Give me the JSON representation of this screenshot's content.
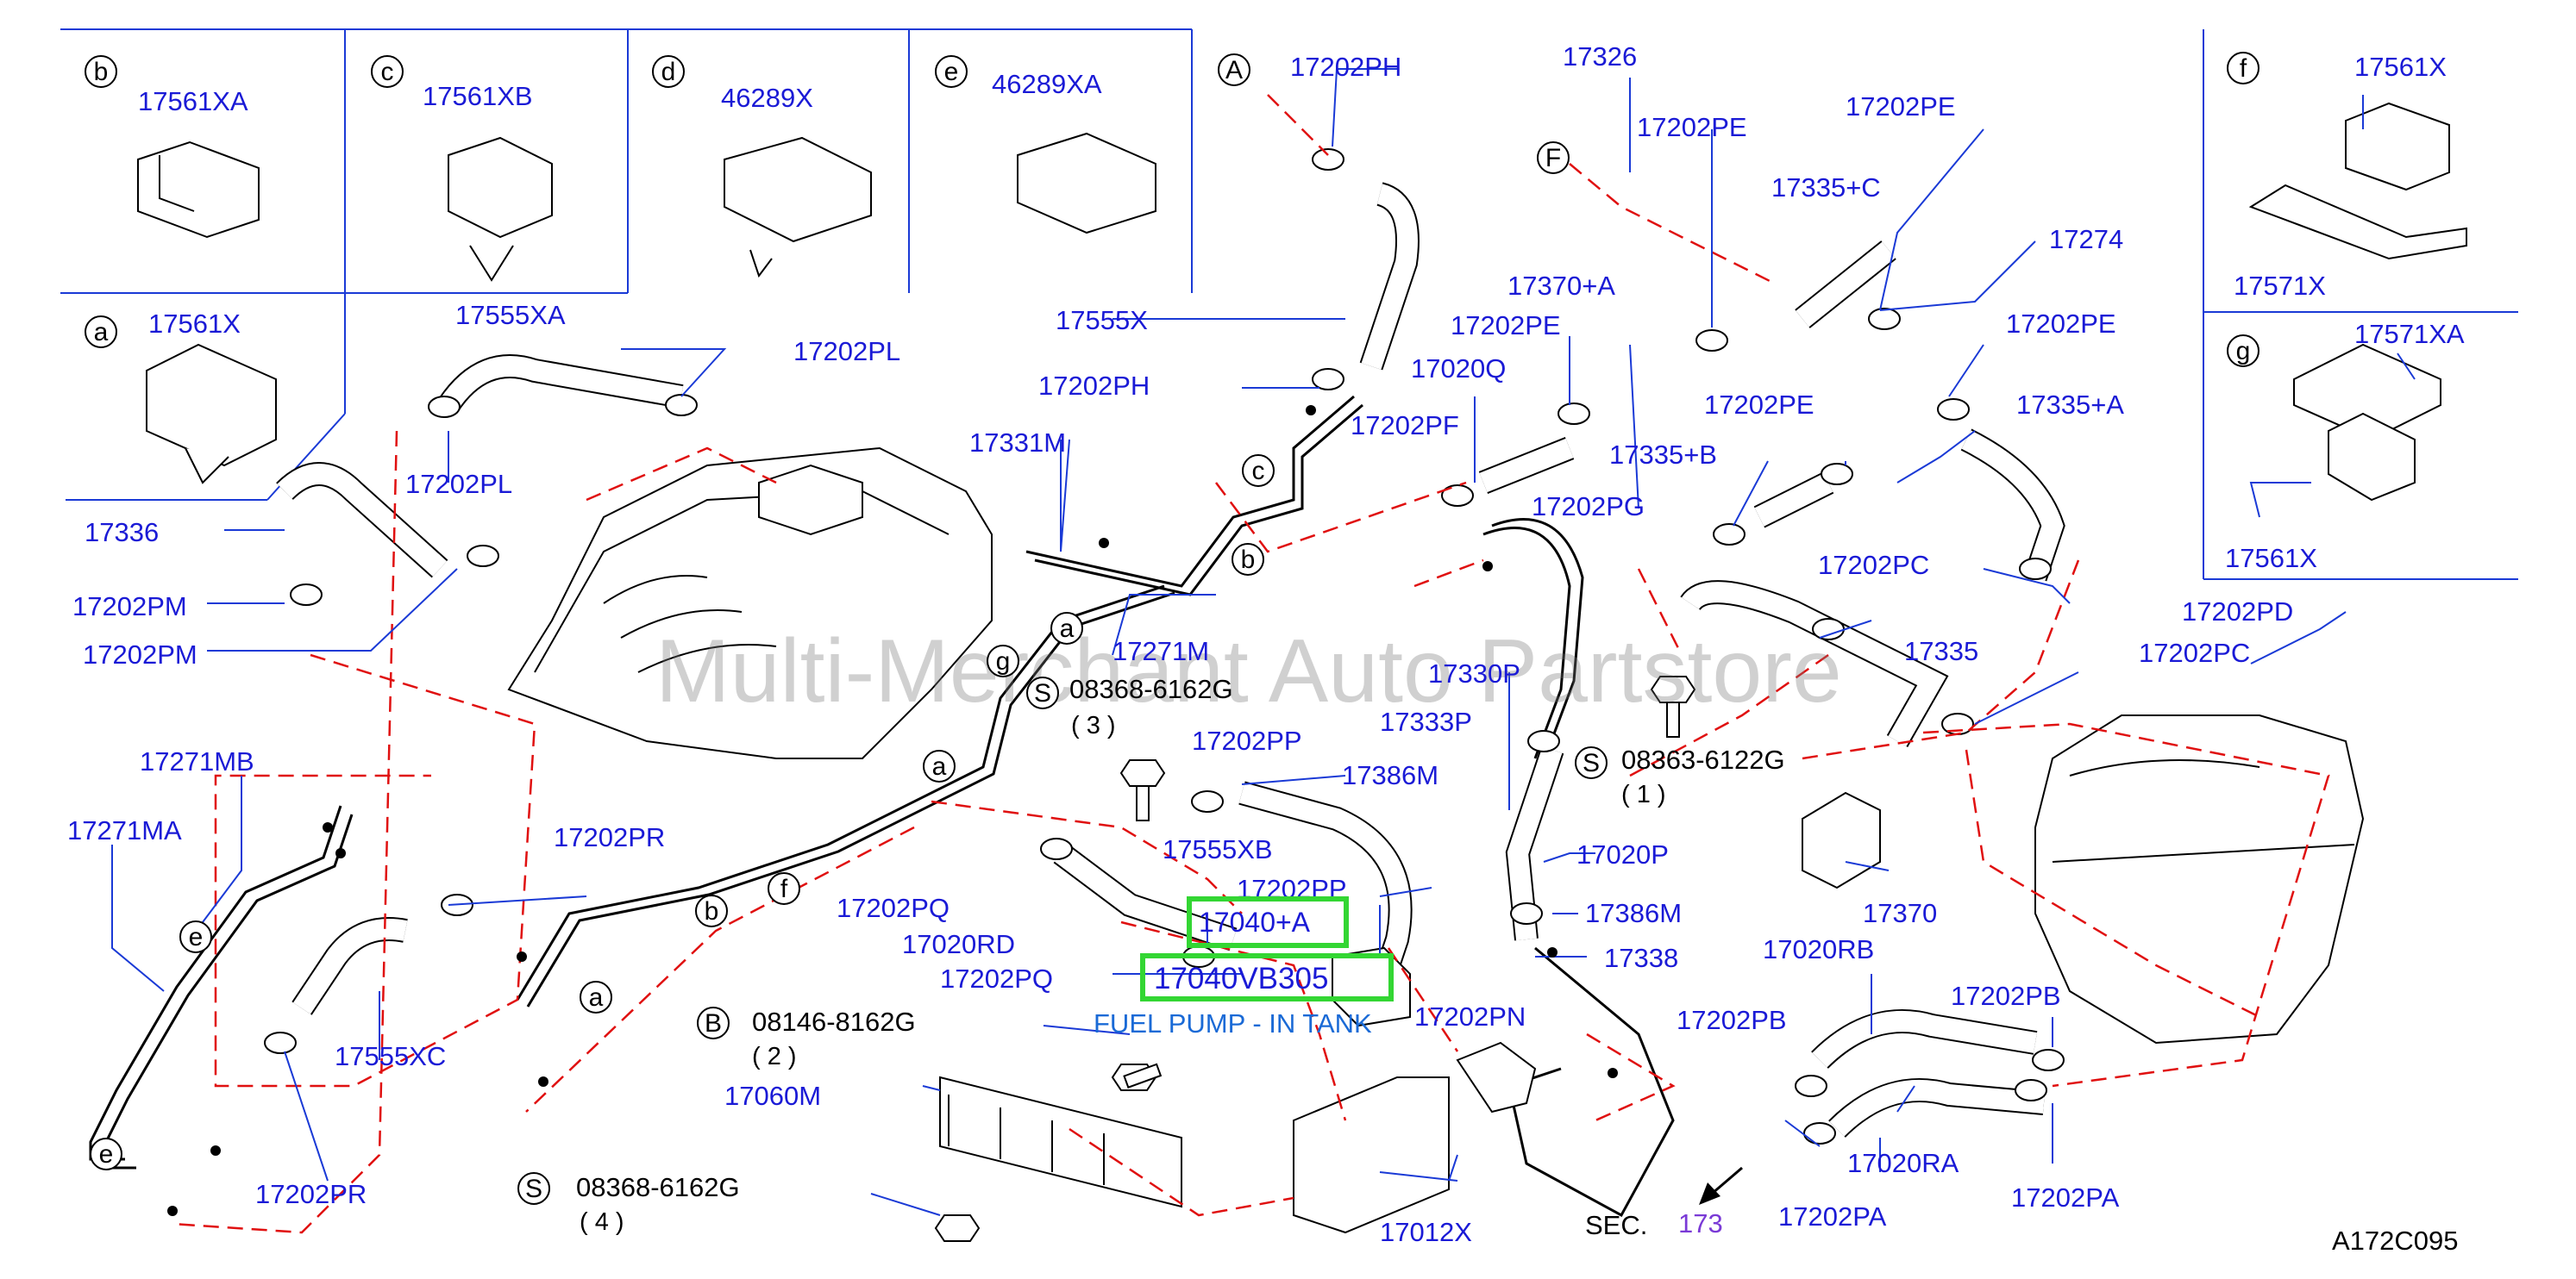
{
  "watermark": "Multi-Merchant Auto Partstore",
  "diagram_code": "A172C095",
  "callouts": [
    "a",
    "b",
    "c",
    "d",
    "e",
    "f",
    "g",
    "A",
    "F",
    "B",
    "S"
  ],
  "legend_boxes": [
    {
      "letter": "b",
      "part": "17561XA"
    },
    {
      "letter": "c",
      "part": "17561XB"
    },
    {
      "letter": "d",
      "part": "46289X"
    },
    {
      "letter": "e",
      "part": "46289XA"
    },
    {
      "letter": "a",
      "part": "17561X"
    },
    {
      "letter": "f",
      "part": "17561X",
      "extra": "17571X"
    },
    {
      "letter": "g",
      "part": "17571XA",
      "extra": "17561X"
    }
  ],
  "parts": {
    "p17202PH_a": "17202PH",
    "p17326": "17326",
    "p17202PE_a": "17202PE",
    "p17202PE_b": "17202PE",
    "p17335C": "17335+C",
    "p17274": "17274",
    "p17555XA": "17555XA",
    "p17202PL_a": "17202PL",
    "p17555X": "17555X",
    "p17370A": "17370+A",
    "p17202PE_c": "17202PE",
    "p17202PE_d": "17202PE",
    "p17020Q": "17020Q",
    "p17202PH_b": "17202PH",
    "p17202PL_b": "17202PL",
    "p17202PF": "17202PF",
    "p17335B": "17335+B",
    "p17202PE_e": "17202PE",
    "p17335A": "17335+A",
    "p17331M": "17331M",
    "p17202PG": "17202PG",
    "p17336": "17336",
    "p17202PM_a": "17202PM",
    "p17202PM_b": "17202PM",
    "p17271M": "17271M",
    "p17202PC_a": "17202PC",
    "p17202PD": "17202PD",
    "p17330P": "17330P",
    "p17335": "17335",
    "p17202PC_b": "17202PC",
    "p17333P": "17333P",
    "p17202PP_a": "17202PP",
    "p17386M_a": "17386M",
    "p17271MB": "17271MB",
    "p17271MA": "17271MA",
    "p17202PR_a": "17202PR",
    "p17555XB": "17555XB",
    "p17020P": "17020P",
    "p17202PP_b": "17202PP",
    "p17202PQ_a": "17202PQ",
    "p17370": "17370",
    "p17386M_b": "17386M",
    "p17020RD": "17020RD",
    "p17020RB": "17020RB",
    "p17202PQ_b": "17202PQ",
    "p17338": "17338",
    "p17555XC": "17555XC",
    "p17202PN": "17202PN",
    "p17202PB_a": "17202PB",
    "p17202PB_b": "17202PB",
    "p17060M": "17060M",
    "p17020RA": "17020RA",
    "p17202PR_b": "17202PR",
    "p17012X": "17012X",
    "p17202PA_a": "17202PA",
    "p17202PA_b": "17202PA",
    "p17040A": "17040+A",
    "p17040VB305": "17040VB305"
  },
  "bolts": {
    "b1": {
      "part": "08368-6162G",
      "qty": "( 3 )"
    },
    "b2": {
      "part": "08363-6122G",
      "qty": "( 1 )"
    },
    "b3": {
      "part": "08146-8162G",
      "qty": "( 2 )"
    },
    "b4": {
      "part": "08368-6162G",
      "qty": "( 4 )"
    }
  },
  "notes": {
    "fuel_pump": "FUEL PUMP - IN TANK",
    "sec_label": "SEC.",
    "sec_num": "173"
  },
  "colors": {
    "part_text": "#1a1ad6",
    "highlight": "#33d633",
    "dashed": "#e01010",
    "line": "#000000"
  }
}
